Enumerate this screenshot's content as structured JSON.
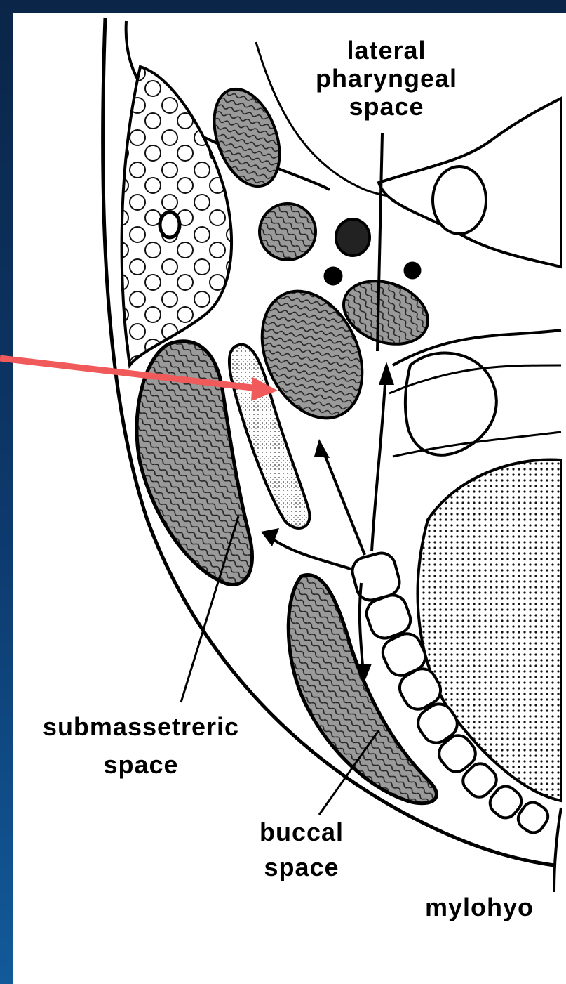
{
  "labels": {
    "lateral_pharyngeal": [
      "lateral",
      "pharyngeal",
      "space"
    ],
    "submasseteric": [
      "submassetreric",
      "space"
    ],
    "buccal": [
      "buccal",
      "space"
    ],
    "mylohyoid": "mylohyo"
  },
  "colors": {
    "background": "#0d3a6e",
    "panel": "#ffffff",
    "arrow": "#f05a5a",
    "muscle": "#8c8c8c",
    "ink": "#000000"
  },
  "icons": [
    "pointer-arrow"
  ]
}
